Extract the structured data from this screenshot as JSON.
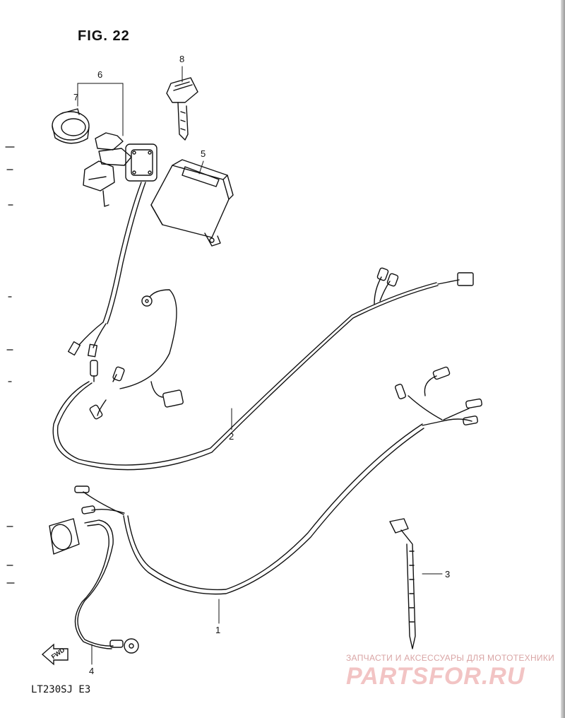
{
  "figure_title": "FIG. 22",
  "model_code": "LT230SJ  E3",
  "callouts": [
    {
      "id": "c1",
      "label": "1"
    },
    {
      "id": "c2",
      "label": "2"
    },
    {
      "id": "c3",
      "label": "3"
    },
    {
      "id": "c4",
      "label": "4"
    },
    {
      "id": "c5",
      "label": "5"
    },
    {
      "id": "c6",
      "label": "6"
    },
    {
      "id": "c7",
      "label": "7"
    },
    {
      "id": "c8",
      "label": "8"
    }
  ],
  "direction_marker": "FWD",
  "watermark": {
    "tagline": "ЗАПЧАСТИ И АКСЕССУАРЫ ДЛЯ МОТОТЕХНИКИ",
    "brand": "PARTSFOR.RU"
  }
}
